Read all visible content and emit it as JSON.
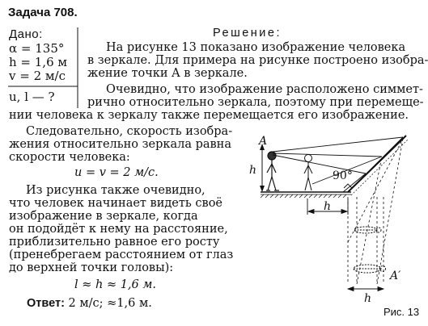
{
  "task": {
    "title": "Задача 708."
  },
  "given": {
    "title": "Дано:",
    "lines": [
      "α = 135°",
      "h = 1,6 м",
      "v = 2 м/с"
    ],
    "find": "u, l — ?"
  },
  "solution": {
    "title": "Решение:",
    "p1": [
      "На рисунке 13 показано изображение человека",
      "в зеркале. Для примера на рисунке построено изобра-",
      "жение точки A в зеркале."
    ],
    "p2": [
      "Очевидно, что изображение расположено симмет-",
      "рично относительно зеркала, поэтому при перемеще-",
      "нии человека к зеркалу также перемещается его изображение."
    ],
    "p3": [
      "Следовательно, скорость изобра-",
      "жения относительно зеркала равна",
      "скорости человека:"
    ],
    "formula1": "u = v = 2 м/с.",
    "p4": [
      "Из рисунка также очевидно,",
      "что человек начинает видеть своё",
      "изображение  в  зеркале,  когда",
      "он подойдёт к нему на расстояние,",
      "приблизительно равное его росту",
      "(пренебрегаем расстоянием от глаз",
      "до верхней точки головы):"
    ],
    "formula2": "l ≈ h ≈ 1,6 м.",
    "answer_label": "Ответ:",
    "answer_text": "2 м/с; ≈1,6 м."
  },
  "figure": {
    "caption": "Рис. 13",
    "point_a": "A",
    "point_a_image": "A′",
    "label_h": "h",
    "label_h_bottom": "h",
    "label_h_left": "h",
    "angle": "90°"
  }
}
